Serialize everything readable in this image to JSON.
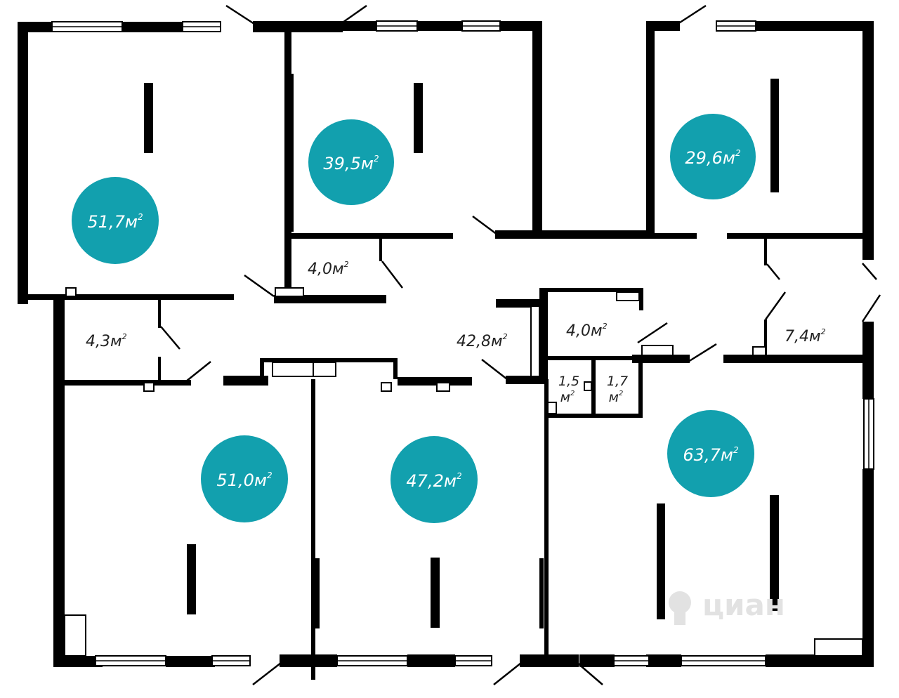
{
  "colors": {
    "badge": "#12a0ae",
    "wall": "#000000",
    "text": "#222222",
    "watermark": "#e2e2e2"
  },
  "rooms": {
    "room_a": {
      "area": "51,7",
      "unit": "м",
      "sup": "2"
    },
    "room_b": {
      "area": "39,5",
      "unit": "м",
      "sup": "2"
    },
    "room_c": {
      "area": "29,6",
      "unit": "м",
      "sup": "2"
    },
    "room_d": {
      "area": "51,0",
      "unit": "м",
      "sup": "2"
    },
    "room_e": {
      "area": "47,2",
      "unit": "м",
      "sup": "2"
    },
    "room_f": {
      "area": "63,7",
      "unit": "м",
      "sup": "2"
    },
    "hall_small_1": {
      "area": "4,0",
      "unit": "м",
      "sup": "2"
    },
    "hall_small_2": {
      "area": "4,3",
      "unit": "м",
      "sup": "2"
    },
    "corridor": {
      "area": "42,8",
      "unit": "м",
      "sup": "2"
    },
    "utility_1": {
      "area": "4,0",
      "unit": "м",
      "sup": "2"
    },
    "utility_2": {
      "area": "7,4",
      "unit": "м",
      "sup": "2"
    },
    "wc_1": {
      "area": "1,5",
      "unit": "м",
      "sup": "2"
    },
    "wc_2": {
      "area": "1,7",
      "unit": "м",
      "sup": "2"
    }
  },
  "watermark": {
    "icon": "cian-logo-icon",
    "text": "циан"
  }
}
